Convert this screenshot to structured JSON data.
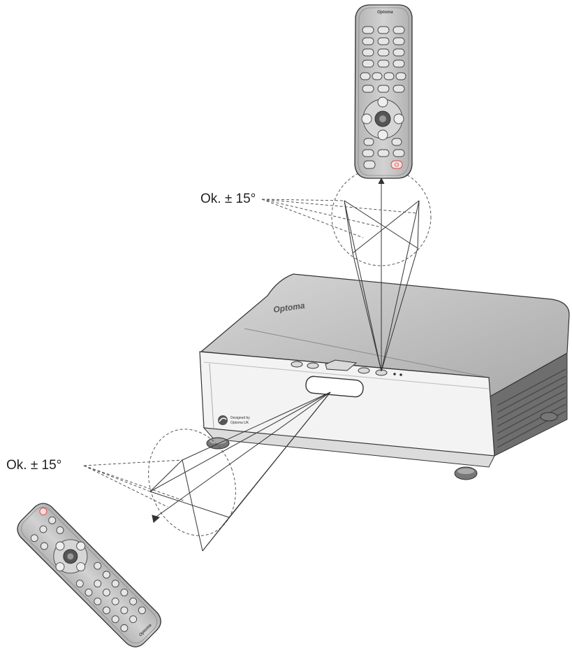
{
  "labels": {
    "top_angle": "Ok. ± 15°",
    "bottom_angle": "Ok. ± 15°"
  },
  "projector": {
    "brand": "Optoma",
    "badge_line1": "Designed by",
    "badge_line2": "Optoma UK"
  },
  "remote_top": {
    "brand": "Optoma"
  },
  "remote_bottom": {
    "brand": "Optoma"
  },
  "colors": {
    "remote_body": "#c4c4c4",
    "projector_top": "#b9b9b9",
    "projector_front": "#f2f2f2",
    "line": "#333333",
    "power_accent": "#d94a4a"
  }
}
